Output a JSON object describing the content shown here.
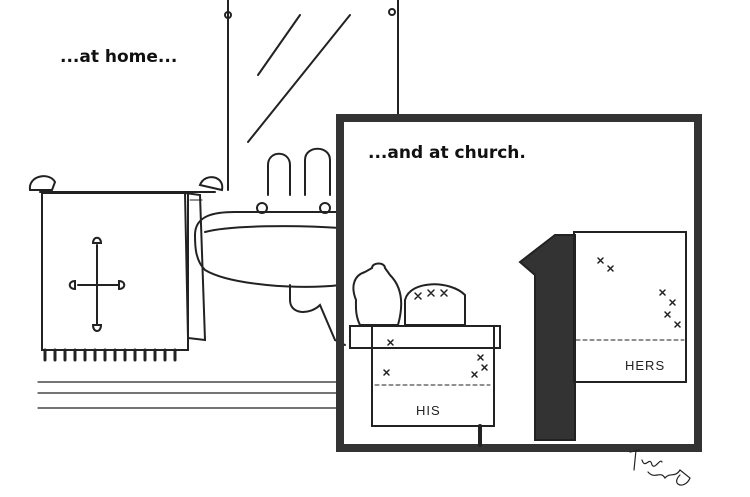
{
  "captions": {
    "home": "...at home...",
    "church": "...and at church."
  },
  "towels": {
    "his": "HIS",
    "hers": "HERS"
  }
}
